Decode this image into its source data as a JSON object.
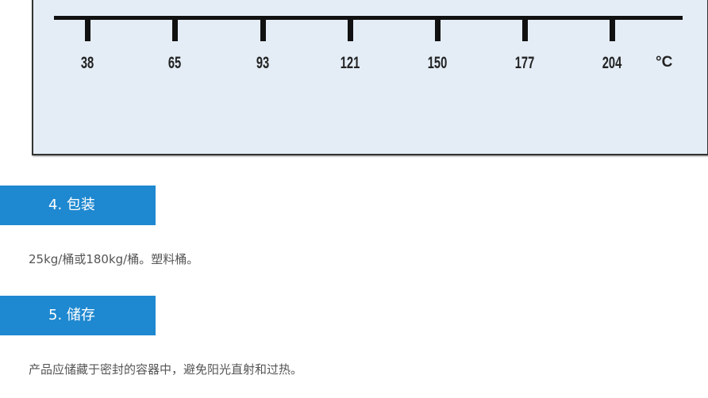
{
  "scale": {
    "ticks": [
      "38",
      "65",
      "93",
      "121",
      "150",
      "177",
      "204"
    ],
    "unit": "°C"
  },
  "sections": [
    {
      "title": "4. 包装",
      "text": "25kg/桶或180kg/桶。塑料桶。"
    },
    {
      "title": "5. 储存",
      "text": "产品应储藏于密封的容器中，避免阳光直射和过热。"
    }
  ]
}
